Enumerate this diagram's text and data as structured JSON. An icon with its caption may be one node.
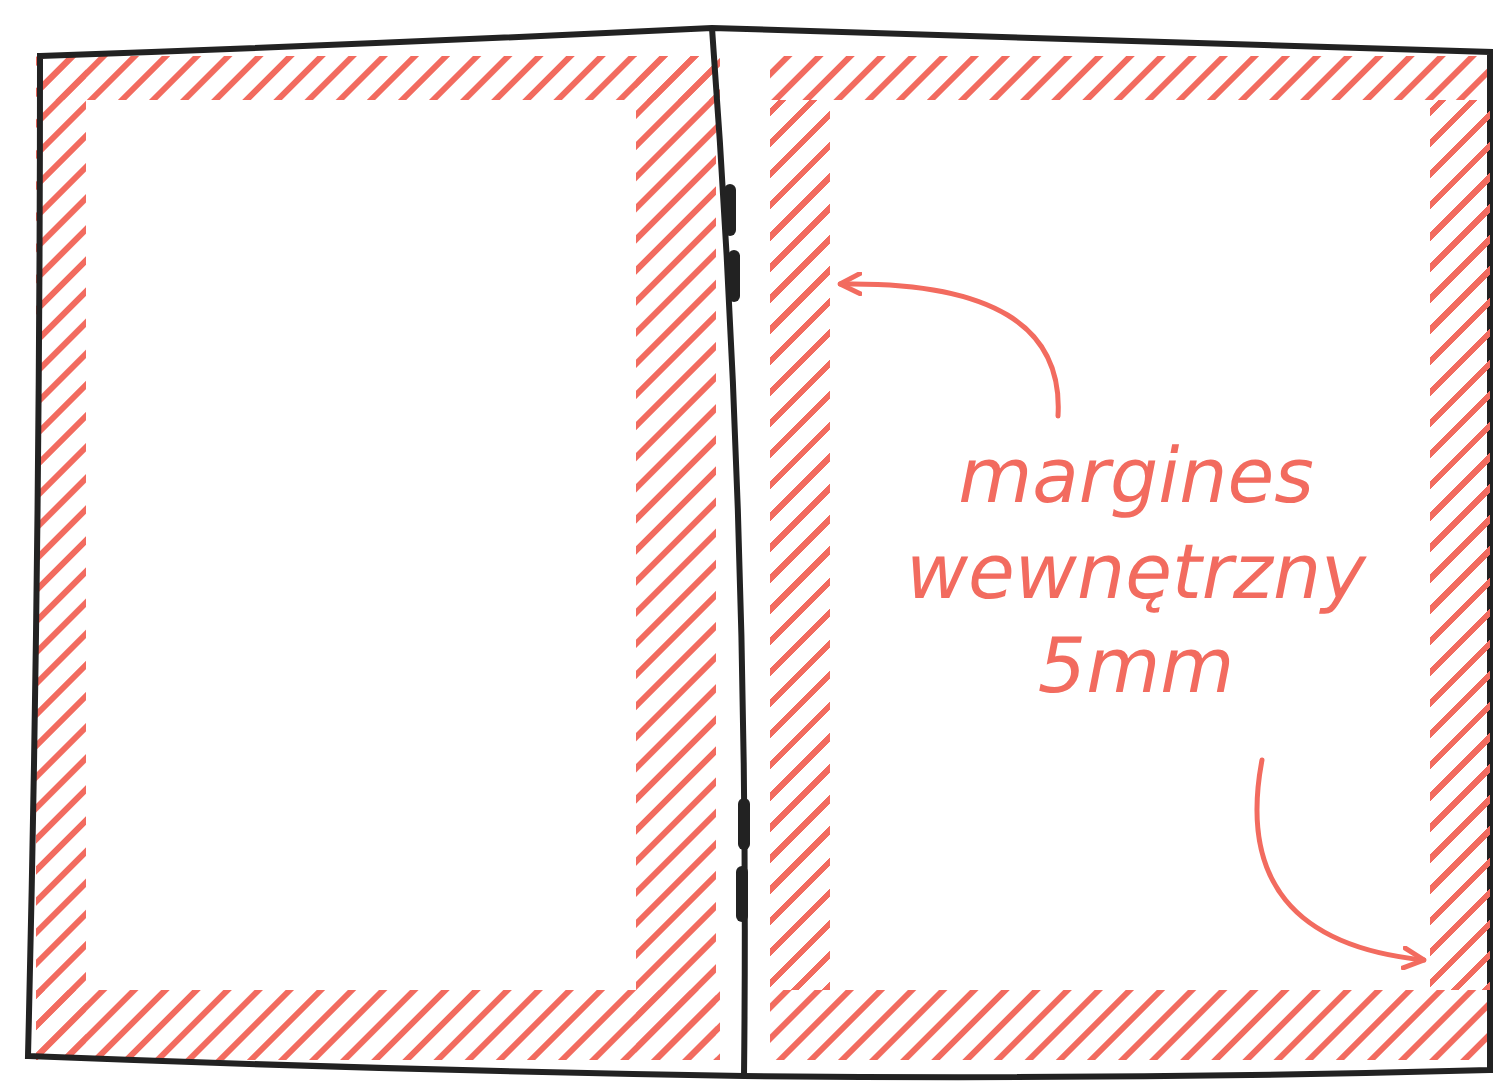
{
  "diagram": {
    "nodes": [
      {
        "text": [
          "margines wewnętrzny 5mm"
        ]
      },
      {
        "text": [],
        "shape": "bar"
      },
      {
        "text": [],
        "shape": "bar"
      }
    ],
    "edges": [
      {
        "from": 0,
        "to": 1,
        "arrow": "to"
      },
      {
        "from": 0,
        "to": 2,
        "arrow": "to"
      }
    ]
  }
}
